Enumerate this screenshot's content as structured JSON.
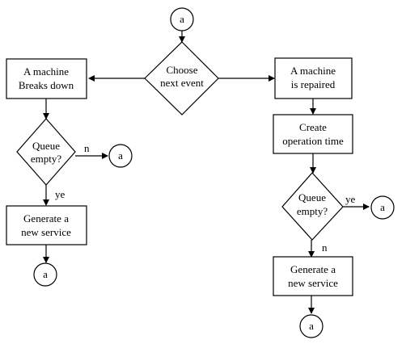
{
  "diagram": {
    "connector_top": "a",
    "choose": {
      "line1": "Choose",
      "line2": "next event"
    },
    "left": {
      "breaks": {
        "line1": "A machine",
        "line2": "Breaks down"
      },
      "queue": {
        "line1": "Queue",
        "line2": "empty?"
      },
      "label_no": "n",
      "connector_no": "a",
      "label_yes": "ye",
      "generate": {
        "line1": "Generate a",
        "line2": "new service"
      },
      "connector_bottom": "a"
    },
    "right": {
      "repaired": {
        "line1": "A machine",
        "line2": "is repaired"
      },
      "create": {
        "line1": "Create",
        "line2": "operation time"
      },
      "queue": {
        "line1": "Queue",
        "line2": "empty?"
      },
      "label_yes": "ye",
      "connector_yes": "a",
      "label_no": "n",
      "generate": {
        "line1": "Generate a",
        "line2": "new service"
      },
      "connector_bottom": "a"
    }
  }
}
